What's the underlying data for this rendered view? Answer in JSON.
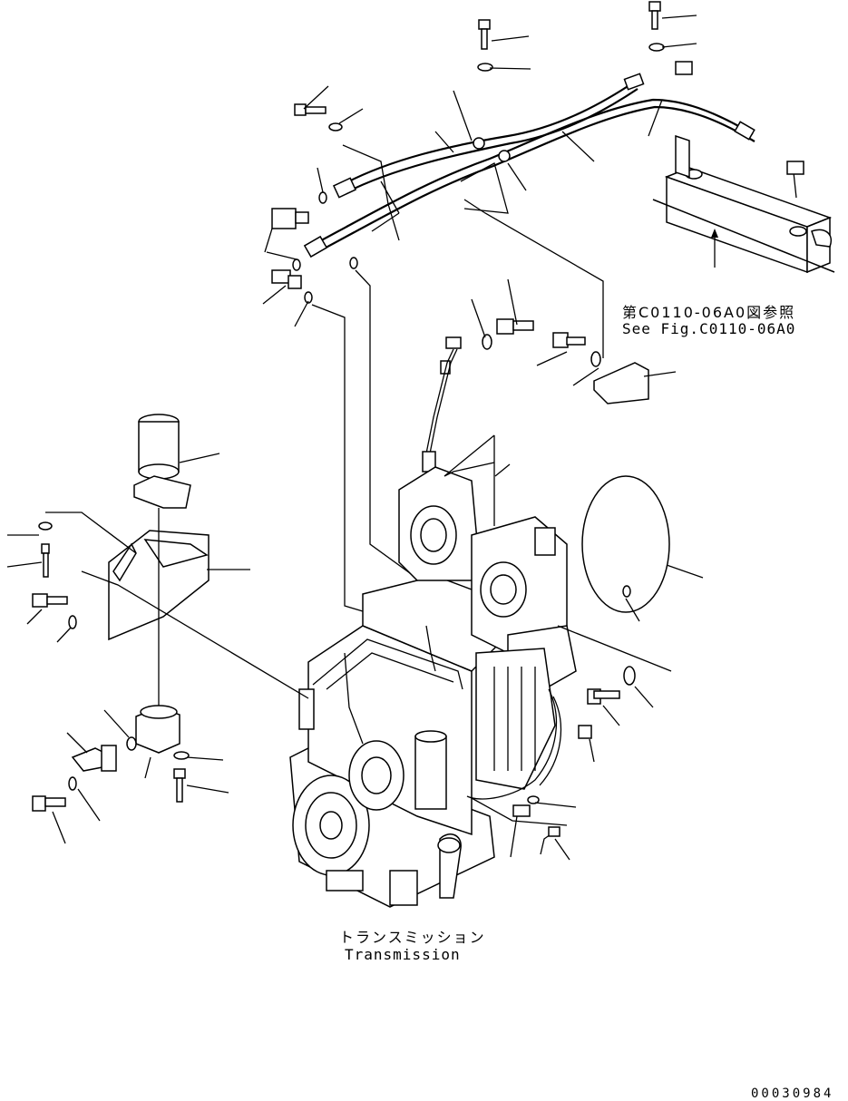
{
  "labels": {
    "ref_jp": "第C0110-06A0図参照",
    "ref_en": "See Fig.C0110-06A0",
    "main_jp": "トランスミッション",
    "main_en": "Transmission",
    "drawing_no": "00030984"
  }
}
